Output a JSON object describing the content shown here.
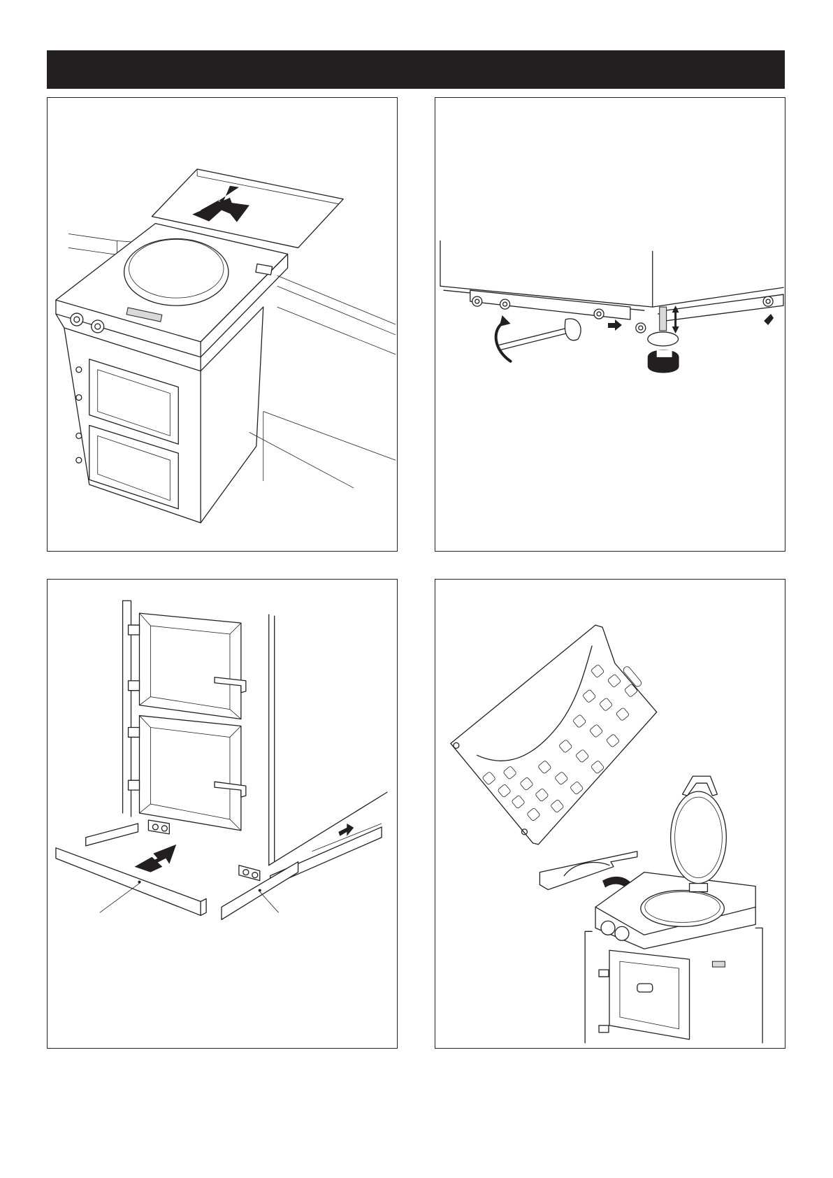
{
  "page": {
    "header": {
      "background_color": "#231f20"
    },
    "colors": {
      "line": "#231f20",
      "background": "#ffffff"
    }
  },
  "figures": [
    {
      "id": "fig-1",
      "content": "cooker-pushed-into-worktop-recess",
      "icons": [
        "push-arrow-icon"
      ]
    },
    {
      "id": "fig-2",
      "content": "levelling-feet-adjustment-with-bar",
      "icons": [
        "rotate-arrow-icon",
        "up-down-arrow-icon",
        "push-arrow-icon"
      ]
    },
    {
      "id": "fig-3",
      "content": "plinth-fitting-below-oven-doors",
      "icons": [
        "push-arrow-icon"
      ]
    },
    {
      "id": "fig-4",
      "content": "insulating-plate-fitting-under-hotplate",
      "icons": [
        "curved-arrow-icon"
      ]
    }
  ]
}
